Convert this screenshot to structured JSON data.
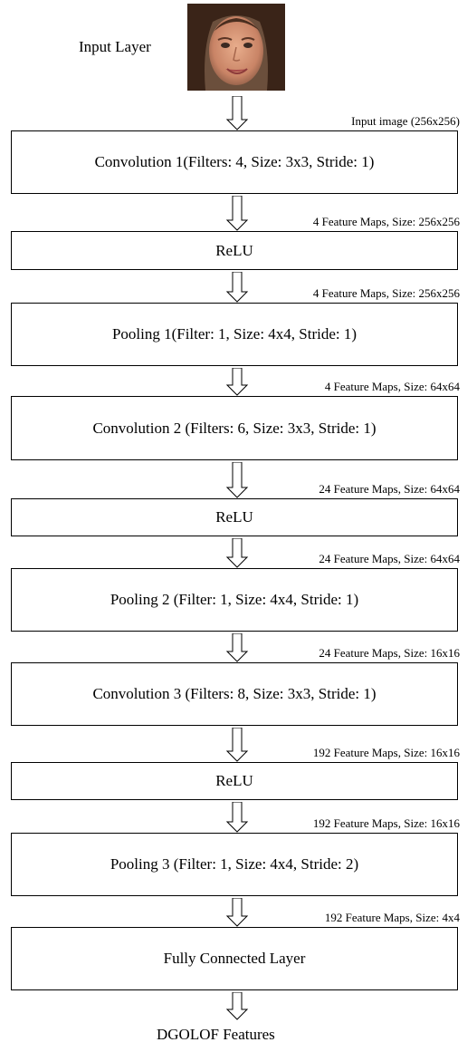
{
  "input_layer": {
    "label": "Input Layer"
  },
  "output": {
    "label": "DGOLOF Features"
  },
  "layers": [
    {
      "name": "Convolution 1(Filters: 4, Size: 3x3, Stride: 1)",
      "input_label": "Input image (256x256)"
    },
    {
      "name": "ReLU",
      "input_label": "4 Feature Maps, Size: 256x256"
    },
    {
      "name": "Pooling 1(Filter: 1, Size: 4x4, Stride: 1)",
      "input_label": "4 Feature Maps, Size: 256x256"
    },
    {
      "name": "Convolution 2 (Filters: 6, Size: 3x3, Stride: 1)",
      "input_label": "4 Feature Maps, Size: 64x64"
    },
    {
      "name": "ReLU",
      "input_label": "24 Feature Maps, Size: 64x64"
    },
    {
      "name": "Pooling 2 (Filter: 1, Size: 4x4, Stride: 1)",
      "input_label": "24 Feature Maps, Size: 64x64"
    },
    {
      "name": "Convolution 3 (Filters: 8, Size: 3x3, Stride: 1)",
      "input_label": "24 Feature Maps, Size: 16x16"
    },
    {
      "name": "ReLU",
      "input_label": "192 Feature Maps, Size: 16x16"
    },
    {
      "name": "Pooling 3 (Filter: 1, Size: 4x4, Stride: 2)",
      "input_label": "192 Feature Maps, Size: 16x16"
    },
    {
      "name": "Fully Connected Layer",
      "input_label": "192 Feature Maps, Size: 4x4"
    }
  ],
  "output_arrow": true
}
